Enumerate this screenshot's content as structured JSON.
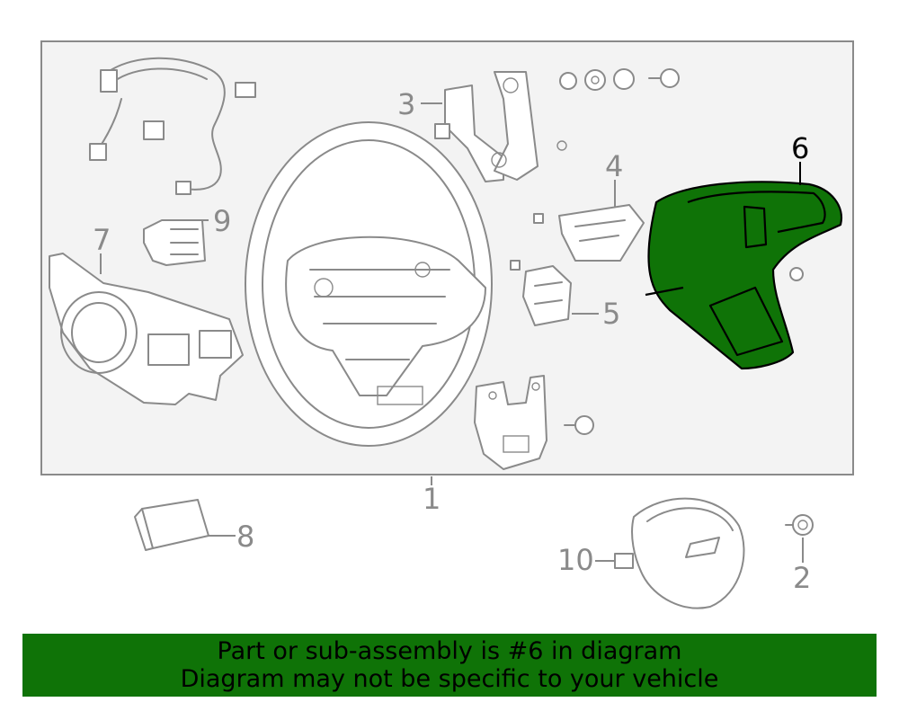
{
  "callouts": {
    "c1": "1",
    "c2": "2",
    "c3": "3",
    "c4": "4",
    "c5": "5",
    "c6": "6",
    "c7": "7",
    "c8": "8",
    "c9": "9",
    "c10": "10"
  },
  "banner": {
    "line1": "Part or sub-assembly is #6 in diagram",
    "line2": "Diagram may not be specific to your vehicle"
  },
  "highlight_color": "#0f7307",
  "line_color": "#8a8a8a",
  "highlighted_part": "6"
}
